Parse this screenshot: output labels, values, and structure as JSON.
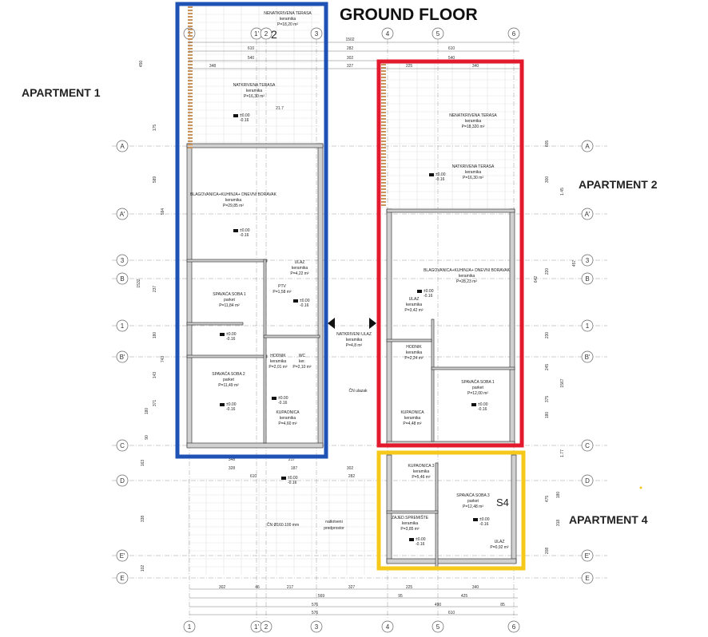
{
  "title": "GROUND FLOOR",
  "colors": {
    "apartment_1": "#1f52b5",
    "apartment_1_label": "#1aa3e8",
    "apartment_2": "#e3192d",
    "apartment_4": "#f6c81a"
  },
  "apartments": [
    {
      "label": "APARTMENT 1",
      "color": "#1aa3e8",
      "outline": "#1f52b5"
    },
    {
      "label": "APARTMENT 2",
      "color": "#e3192d",
      "outline": "#e3192d"
    },
    {
      "label": "APARTMENT 4",
      "color": "#f6c81a",
      "outline": "#f6c81a"
    }
  ],
  "column_axes": [
    "1",
    "1'",
    "2",
    "3",
    "4",
    "5",
    "6"
  ],
  "row_axes": [
    "A",
    "A'",
    "3",
    "B",
    "1",
    "B'",
    "C",
    "D",
    "E'",
    "E"
  ],
  "section_mark": "2",
  "unit_tag": "S4",
  "rooms": [
    {
      "name": "NENATKRIVENA TERASA",
      "floor": "keramika",
      "area": "P=18,20 m²"
    },
    {
      "name": "NATKRIVENA TERASA",
      "floor": "keramika",
      "area": "P=16,30 m²"
    },
    {
      "name": "BLAGOVANICA+KUHINJA+ DNEVNI BORAVAK",
      "floor": "keramika",
      "area": "P=29,85 m²"
    },
    {
      "name": "ULAZ",
      "floor": "keramika",
      "area": "P=4,22 m²"
    },
    {
      "name": "PTV",
      "floor": "",
      "area": "P=1,58 m²"
    },
    {
      "name": "SPAVAĆA SOBA 1",
      "floor": "parket",
      "area": "P=11,84 m²"
    },
    {
      "name": "SPAVAĆA SOBA 2",
      "floor": "parket",
      "area": "P=11,49 m²"
    },
    {
      "name": "HODNIK",
      "floor": "keramika",
      "area": "P=2,01 m²"
    },
    {
      "name": "WC",
      "floor": "ker.",
      "area": "P=2,10 m²"
    },
    {
      "name": "KUPAONICA",
      "floor": "keramika",
      "area": "P=4,60 m²"
    },
    {
      "name": "NENATKRIVENA TERASA",
      "floor": "keramika",
      "area": "P=18,320 m²"
    },
    {
      "name": "NATKRIVENA TERASA",
      "floor": "keramika",
      "area": "P=16,30 m²"
    },
    {
      "name": "BLAGOVANICA+KUHINJA+ DNEVNI BORAVAK",
      "floor": "keramika",
      "area": "P=28,23 m²"
    },
    {
      "name": "ULAZ",
      "floor": "keramika",
      "area": "P=3,42 m²"
    },
    {
      "name": "HODNIK",
      "floor": "keramika",
      "area": "P=2,24 m²"
    },
    {
      "name": "SPAVAĆA SOBA 1",
      "floor": "parket",
      "area": "P=12,00 m²"
    },
    {
      "name": "KUPAONICA",
      "floor": "keramika",
      "area": "P=4,48 m²"
    },
    {
      "name": "KUPAONICA 3",
      "floor": "keramika",
      "area": "P=5,46 m²"
    },
    {
      "name": "SPAVAĆA SOBA 3",
      "floor": "parket",
      "area": "P=12,48 m²"
    },
    {
      "name": "ZAJED.SPREMIŠTE",
      "floor": "keramika",
      "area": "P=3,85 m²"
    },
    {
      "name": "ULAZ",
      "floor": "",
      "area": "P=0,92 m²"
    },
    {
      "name": "NATKRIVENI ULAZ",
      "floor": "keramika",
      "area": "P=4,8 m²"
    }
  ],
  "notes": [
    "ČN ulazak",
    "ČN Ø160.100 mm",
    "natkriveni",
    "predprostor"
  ],
  "levels": [
    "±0.00",
    "-0.16"
  ],
  "dimensions_top": [
    "1502",
    "282",
    "302",
    "327",
    "610",
    "540",
    "348",
    "225",
    "340",
    "610",
    "540",
    "21.7"
  ],
  "dimensions_bottom": [
    "302",
    "46",
    "217",
    "327",
    "225",
    "340",
    "569",
    "95",
    "425",
    "576",
    "490",
    "85",
    "576",
    "610"
  ],
  "dimensions_mid": [
    "348",
    "217",
    "328",
    "187",
    "302",
    "610",
    "282"
  ],
  "dimensions_left": [
    "450",
    "175",
    "589",
    "594",
    "1532",
    "237",
    "180",
    "743",
    "143",
    "371",
    "180",
    "90",
    "163",
    "338",
    "102"
  ],
  "dimensions_right": [
    "605",
    "1.45",
    "300",
    "457",
    "642",
    "220",
    "230",
    "245",
    "1567",
    "375",
    "180",
    "1.77",
    "475",
    "180",
    "318",
    "208"
  ]
}
